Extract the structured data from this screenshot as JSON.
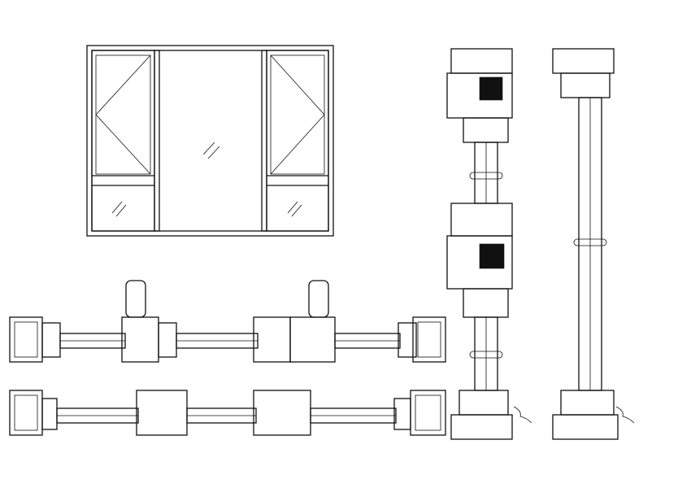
{
  "drawing": {
    "line_color": "#111111",
    "background": "#ffffff",
    "views": [
      {
        "id": "elevation",
        "type": "window-elevation",
        "panes": [
          "left-casement",
          "fixed-center",
          "right-casement"
        ]
      },
      {
        "id": "horizontal-section-casement",
        "type": "horizontal-section"
      },
      {
        "id": "horizontal-section-fixed",
        "type": "horizontal-section"
      },
      {
        "id": "vertical-section-casement",
        "type": "vertical-section"
      },
      {
        "id": "vertical-section-fixed",
        "type": "vertical-section"
      }
    ]
  }
}
